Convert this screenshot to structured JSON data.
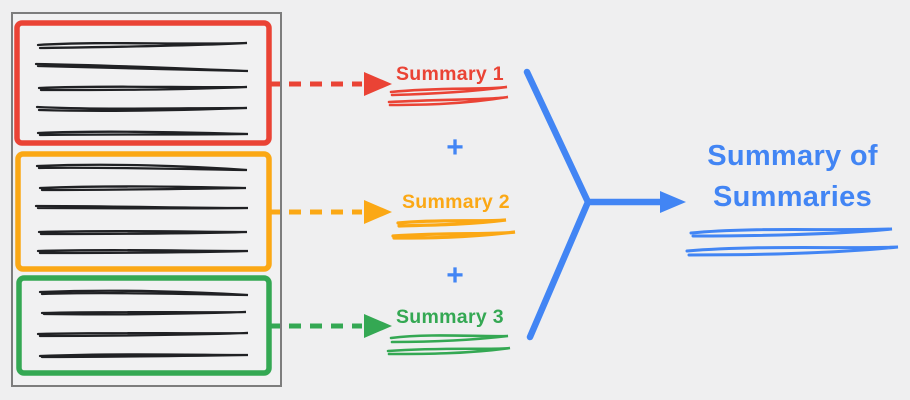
{
  "diagram": {
    "background_color": "#efeff0",
    "document": {
      "border_color": "#7d7d7d",
      "chunks": [
        {
          "color": "#ea4335",
          "text_line_count": 5
        },
        {
          "color": "#fba815",
          "text_line_count": 5
        },
        {
          "color": "#34a853",
          "text_line_count": 4
        }
      ]
    },
    "summaries": [
      {
        "label": "Summary 1",
        "color": "#ea4335"
      },
      {
        "label": "Summary 2",
        "color": "#fba815"
      },
      {
        "label": "Summary 3",
        "color": "#34a853"
      }
    ],
    "plus_signs": [
      "+",
      "+"
    ],
    "output": {
      "title_lines": [
        "Summary of",
        "Summaries"
      ],
      "color": "#4285f4",
      "underline_count": 2
    }
  }
}
